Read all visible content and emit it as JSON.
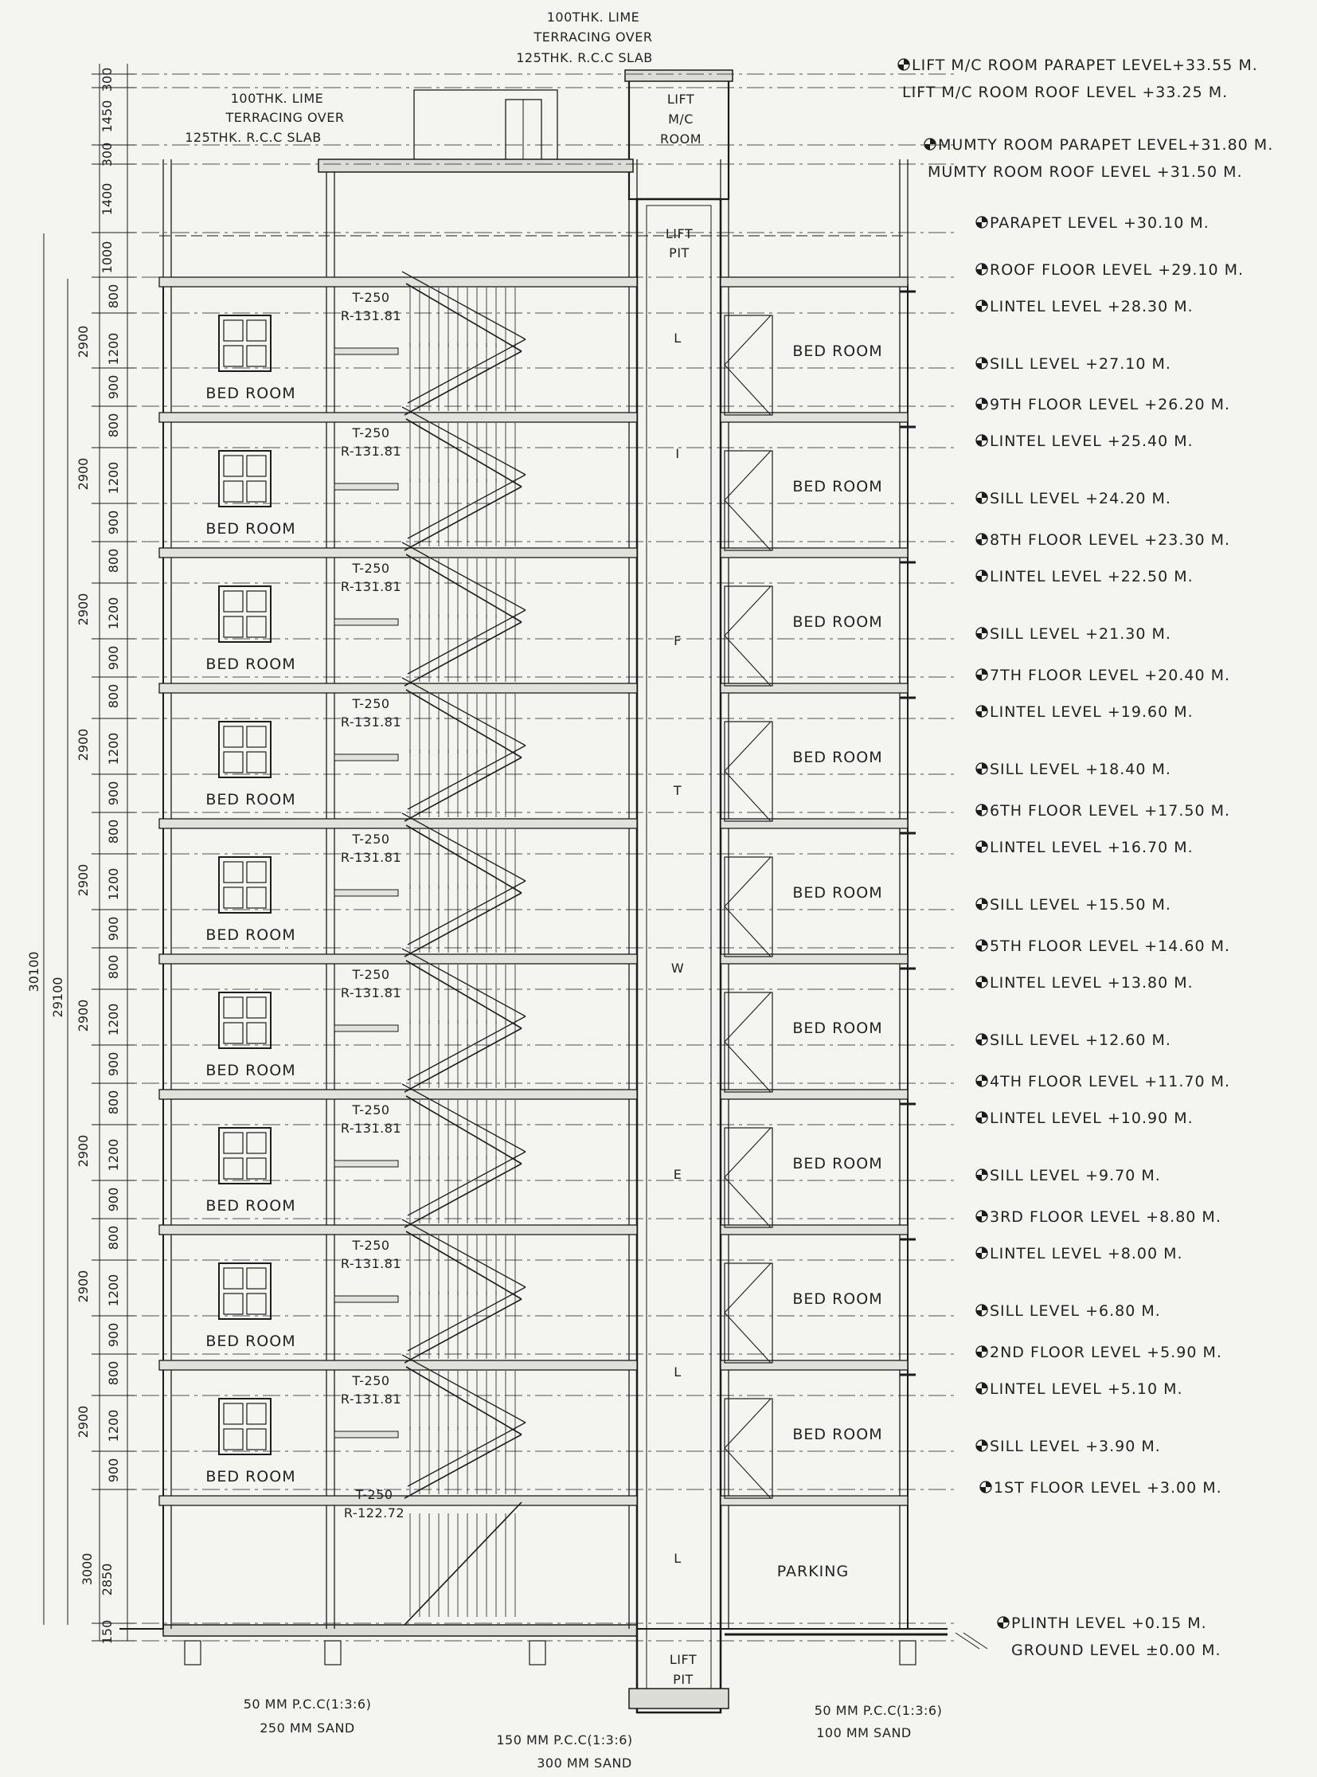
{
  "top_notes": {
    "lmc_line1": "100THK. LIME",
    "lmc_line2": "TERRACING OVER",
    "lmc_line3": "125THK. R.C.C SLAB",
    "mumty_line1": "100THK. LIME",
    "mumty_line2": "TERRACING OVER",
    "mumty_line3": "125THK. R.C.C SLAB"
  },
  "lift_labels": {
    "machine_room": [
      "LIFT",
      "M/C",
      "ROOM"
    ],
    "pit_top": [
      "LIFT",
      "PIT"
    ],
    "pit_bottom": [
      "LIFT",
      "PIT"
    ],
    "shaft_letters": [
      "L",
      "I",
      "F",
      "T",
      "W",
      "E",
      "L",
      "L"
    ]
  },
  "rooms": {
    "bed_room": "BED ROOM",
    "parking": "PARKING"
  },
  "stair_labels": {
    "tread": "T-250",
    "riser_typical": "R-131.81",
    "riser_ground": "R-122.72"
  },
  "levels": [
    "LIFT M/C ROOM PARAPET LEVEL+33.55 M.",
    "LIFT M/C ROOM ROOF LEVEL +33.25 M.",
    "MUMTY ROOM PARAPET LEVEL+31.80 M.",
    "MUMTY ROOM ROOF LEVEL +31.50 M.",
    "PARAPET LEVEL +30.10 M.",
    "ROOF FLOOR LEVEL +29.10 M.",
    "LINTEL LEVEL +28.30 M.",
    "SILL LEVEL +27.10 M.",
    "9TH FLOOR LEVEL +26.20 M.",
    "LINTEL LEVEL +25.40 M.",
    "SILL LEVEL +24.20 M.",
    "8TH FLOOR LEVEL +23.30 M.",
    "LINTEL LEVEL +22.50 M.",
    "SILL LEVEL +21.30 M.",
    "7TH FLOOR LEVEL +20.40 M.",
    "LINTEL LEVEL +19.60 M.",
    "SILL LEVEL +18.40 M.",
    "6TH FLOOR LEVEL +17.50 M.",
    "LINTEL LEVEL +16.70 M.",
    "SILL LEVEL +15.50 M.",
    "5TH FLOOR LEVEL +14.60 M.",
    "LINTEL LEVEL +13.80 M.",
    "SILL LEVEL +12.60 M.",
    "4TH FLOOR LEVEL +11.70 M.",
    "LINTEL LEVEL +10.90 M.",
    "SILL LEVEL +9.70 M.",
    "3RD FLOOR LEVEL +8.80 M.",
    "LINTEL LEVEL +8.00 M.",
    "SILL LEVEL +6.80 M.",
    "2ND FLOOR LEVEL +5.90 M.",
    "LINTEL LEVEL +5.10 M.",
    "SILL LEVEL +3.90 M.",
    "1ST FLOOR LEVEL +3.00 M.",
    "PLINTH LEVEL +0.15 M.",
    "GROUND LEVEL ±0.00 M."
  ],
  "dimensions": {
    "overall_1": "30100",
    "overall_2": "29100",
    "floor_height": "2900",
    "ground_height": "3000",
    "segments": [
      "300",
      "1450",
      "300",
      "1400",
      "1000",
      "800",
      "1200",
      "900",
      "2850",
      "150"
    ]
  },
  "foundation": {
    "left_pcc": "50 MM P.C.C(1:3:6)",
    "left_sand": "250 MM SAND",
    "center_pcc": "150 MM P.C.C(1:3:6)",
    "center_sand": "300 MM SAND",
    "right_pcc": "50 MM P.C.C(1:3:6)",
    "right_sand": "100 MM SAND"
  }
}
